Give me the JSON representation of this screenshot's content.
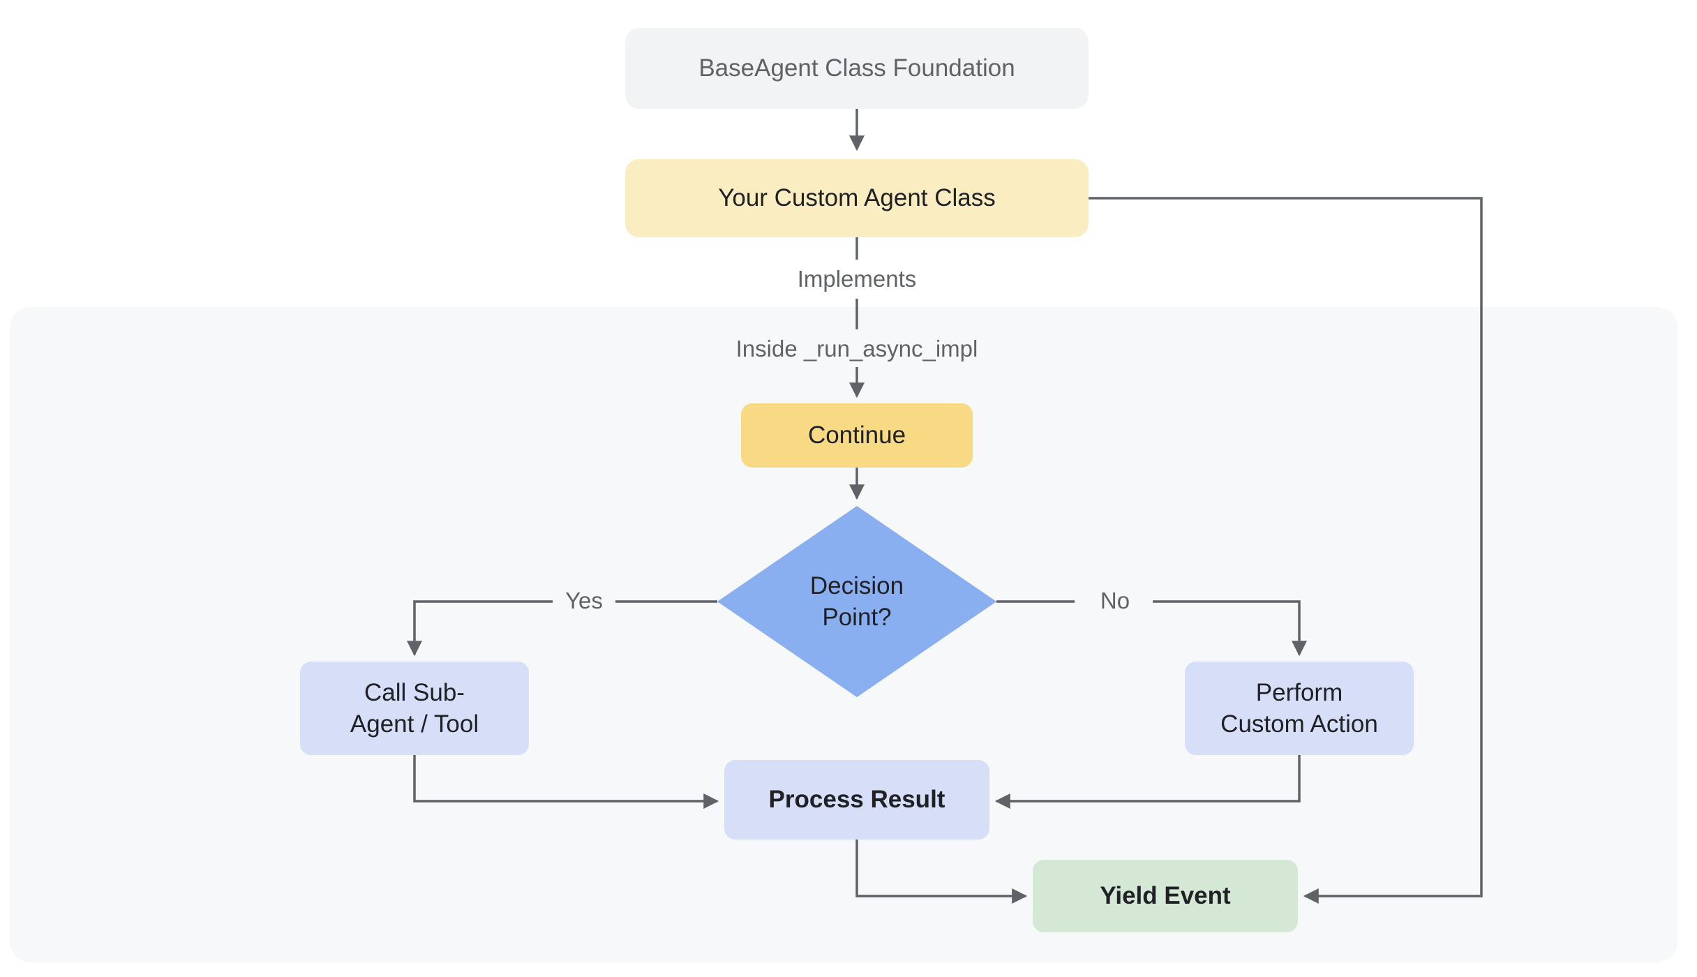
{
  "nodes": {
    "base_agent": {
      "label": "BaseAgent Class Foundation",
      "fill": "#f1f3f4",
      "text": "#5f6368"
    },
    "custom_agent": {
      "label": "Your Custom Agent Class",
      "fill": "#fbedc2",
      "text": "#202124"
    },
    "continue": {
      "label": "Continue",
      "fill": "#f8d984",
      "text": "#202124"
    },
    "decision": {
      "label": "Decision\nPoint?",
      "fill": "#8aaff0",
      "text": "#202124"
    },
    "call_sub_agent": {
      "label": "Call Sub-\nAgent / Tool",
      "fill": "#d6def8",
      "text": "#202124"
    },
    "perform_custom_action": {
      "label": "Perform\nCustom Action",
      "fill": "#d6def8",
      "text": "#202124"
    },
    "process_result": {
      "label": "Process Result",
      "fill": "#d6def8",
      "text": "#202124"
    },
    "yield_event": {
      "label": "Yield Event",
      "fill": "#d5e8d6",
      "text": "#202124"
    }
  },
  "edge_labels": {
    "implements": "Implements",
    "inside_impl": "Inside _run_async_impl",
    "yes": "Yes",
    "no": "No"
  },
  "colors": {
    "canvas_bg": "#ffffff",
    "scope_bg": "#f7f8fa",
    "connector": "#5f6368",
    "muted_text": "#5f6368"
  }
}
